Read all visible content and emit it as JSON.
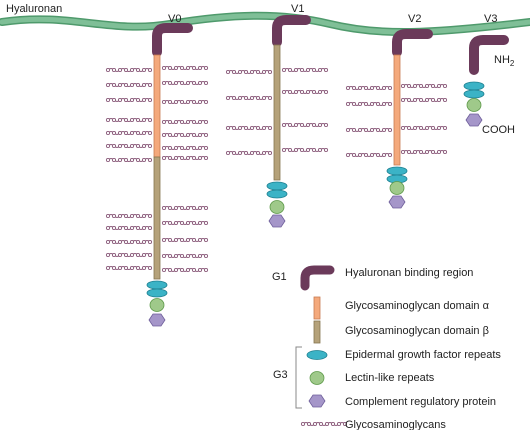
{
  "diagram": {
    "strand_label": "Hyaluronan",
    "variants": [
      {
        "name": "V0",
        "gag_alpha": true,
        "gag_beta": true
      },
      {
        "name": "V1",
        "gag_alpha": false,
        "gag_beta": true
      },
      {
        "name": "V2",
        "gag_alpha": true,
        "gag_beta": false
      },
      {
        "name": "V3",
        "gag_alpha": false,
        "gag_beta": false
      }
    ],
    "terminal_labels": {
      "n_terminus": "NH",
      "n_terminus_sub": "2",
      "c_terminus": "COOH"
    }
  },
  "legend": {
    "group_g1": "G1",
    "group_g3": "G3",
    "items": [
      {
        "key": "hyaluronan-binding",
        "label": "Hyaluronan binding region"
      },
      {
        "key": "gag-alpha",
        "label": "Glycosaminoglycan domain α"
      },
      {
        "key": "gag-beta",
        "label": "Glycosaminoglycan domain β"
      },
      {
        "key": "egf",
        "label": "Epidermal growth factor repeats"
      },
      {
        "key": "lectin",
        "label": "Lectin-like repeats"
      },
      {
        "key": "complement",
        "label": "Complement regulatory protein"
      },
      {
        "key": "gag-chain",
        "label": "Glycosaminoglycans"
      }
    ]
  },
  "colors": {
    "hyaluronan_strand": "#7fbf97",
    "binding_region": "#6b3a5a",
    "gag_alpha": "#f4a97c",
    "gag_beta": "#b5a27a",
    "egf": "#3bb3c6",
    "lectin": "#9fc98a",
    "complement": "#a596c9",
    "gag_chain": "#8a5a7a"
  }
}
